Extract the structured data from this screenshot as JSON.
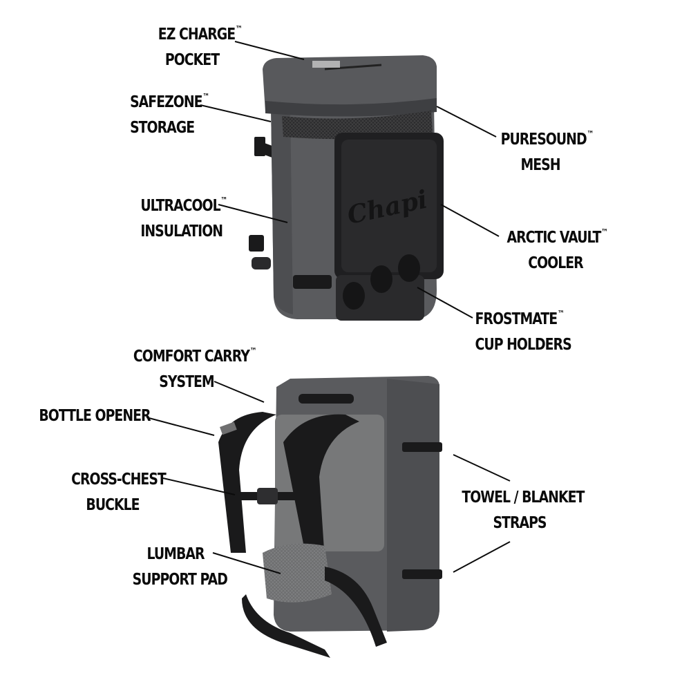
{
  "colors": {
    "body": "#5a5b5e",
    "body_dark": "#3e3f42",
    "lid": "#58595c",
    "panel": "#1f1f21",
    "strap": "#1a1a1b",
    "back_panel": "#777879",
    "text": "#0b0b0b"
  },
  "front_view": {
    "logo_text": "Chapi"
  },
  "callouts": [
    {
      "id": "ez-charge-pocket",
      "lines": [
        "EZ CHARGE",
        "POCKET"
      ],
      "tm": true
    },
    {
      "id": "safezone-storage",
      "lines": [
        "SAFEZONE",
        "STORAGE"
      ],
      "tm": true
    },
    {
      "id": "puresound-mesh",
      "lines": [
        "PURESOUND",
        "MESH"
      ],
      "tm": true
    },
    {
      "id": "ultracool-insulation",
      "lines": [
        "ULTRACOOL",
        "INSULATION"
      ],
      "tm": true
    },
    {
      "id": "arctic-vault-cooler",
      "lines": [
        "ARCTIC VAULT",
        "COOLER"
      ],
      "tm": true
    },
    {
      "id": "frostmate-cup-holders",
      "lines": [
        "FROSTMATE",
        "CUP HOLDERS"
      ],
      "tm": true
    },
    {
      "id": "comfort-carry-system",
      "lines": [
        "COMFORT CARRY",
        "SYSTEM"
      ],
      "tm": true
    },
    {
      "id": "bottle-opener",
      "lines": [
        "BOTTLE OPENER"
      ],
      "tm": false
    },
    {
      "id": "cross-chest-buckle",
      "lines": [
        "CROSS-CHEST",
        "BUCKLE"
      ],
      "tm": false
    },
    {
      "id": "towel-blanket-straps",
      "lines": [
        "TOWEL / BLANKET",
        "STRAPS"
      ],
      "tm": false
    },
    {
      "id": "lumbar-support-pad",
      "lines": [
        "LUMBAR",
        "SUPPORT PAD"
      ],
      "tm": false
    }
  ],
  "trademark_symbol": "™"
}
